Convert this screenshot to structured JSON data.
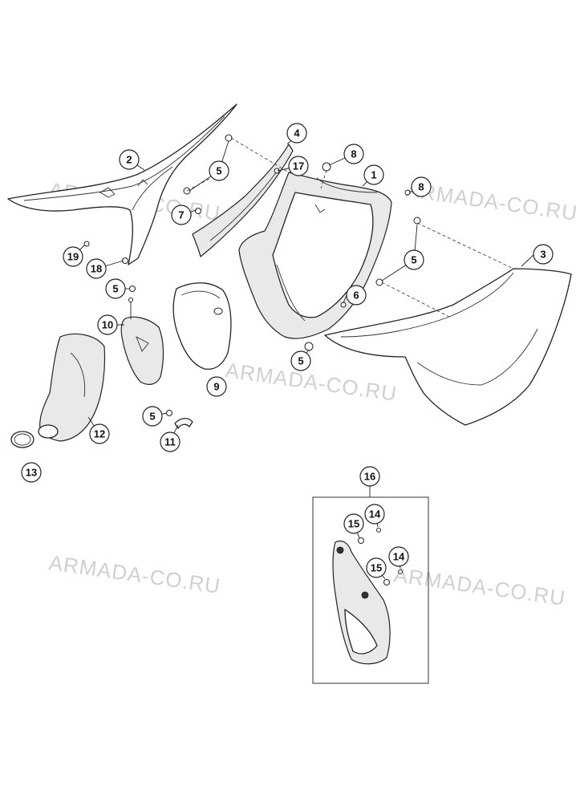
{
  "watermark": "ARMADA-CO.RU",
  "callouts": [
    "1",
    "2",
    "3",
    "4",
    "5",
    "6",
    "7",
    "8",
    "9",
    "10",
    "11",
    "12",
    "13",
    "14",
    "15",
    "16",
    "17",
    "18",
    "19"
  ]
}
